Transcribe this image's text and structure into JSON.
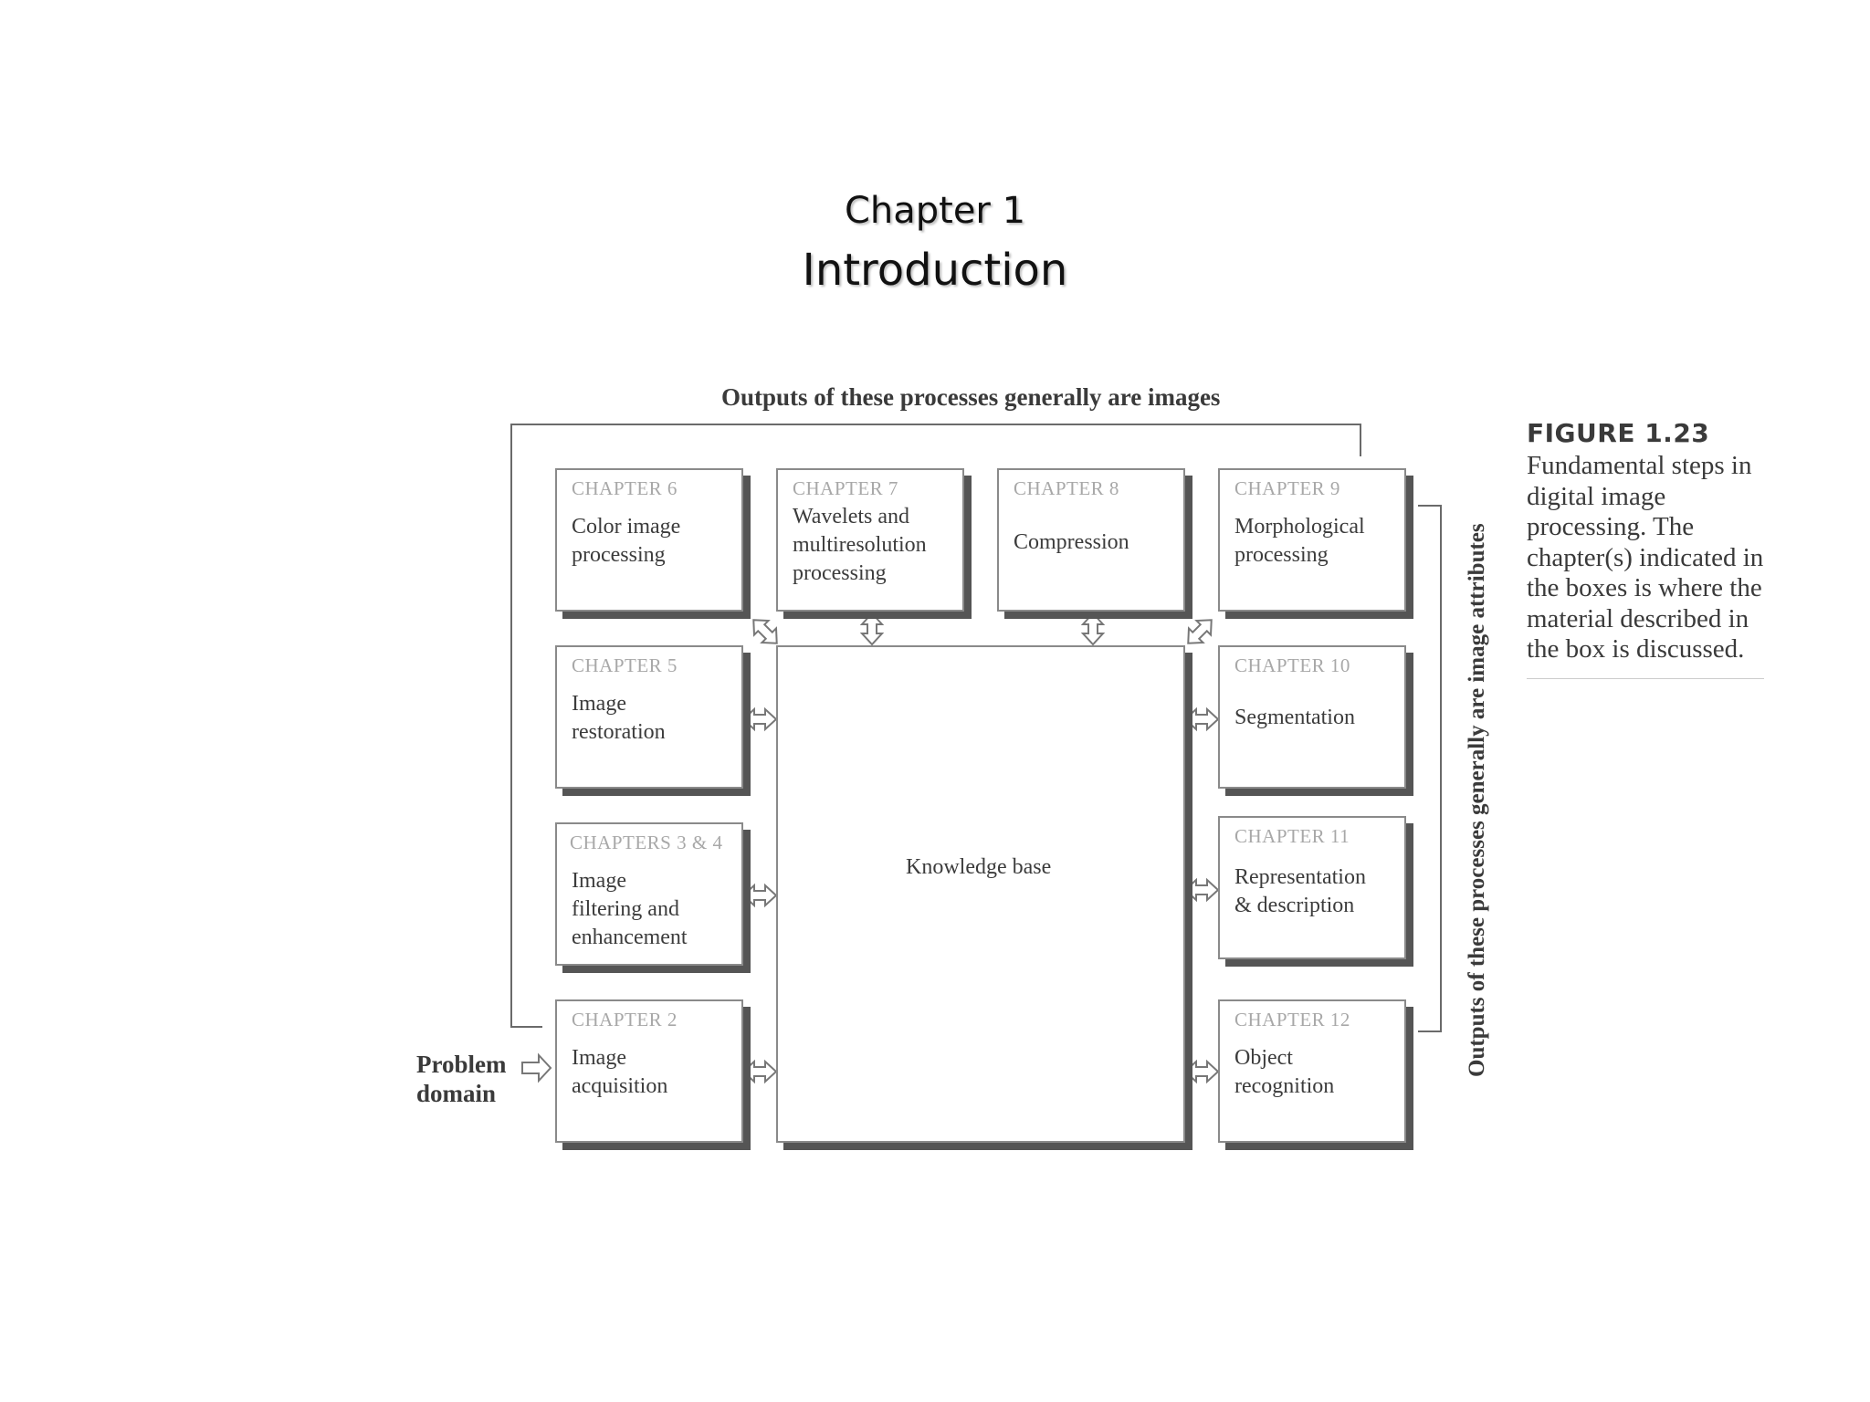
{
  "slide": {
    "chapter": "Chapter 1",
    "title": "Introduction"
  },
  "diagram": {
    "top_caption": "Outputs of these processes generally are images",
    "side_caption": "Outputs of these processes generally are image attributes",
    "problem_domain": [
      "Problem",
      "domain"
    ],
    "knowledge_base": "Knowledge base",
    "boxes": {
      "ch6": {
        "chapter": "CHAPTER 6",
        "lines": [
          "Color image",
          "processing"
        ]
      },
      "ch7": {
        "chapter": "CHAPTER 7",
        "lines": [
          "Wavelets and",
          "multiresolution",
          "processing"
        ]
      },
      "ch8": {
        "chapter": "CHAPTER 8",
        "lines": [
          "Compression"
        ]
      },
      "ch9": {
        "chapter": "CHAPTER 9",
        "lines": [
          "Morphological",
          "processing"
        ]
      },
      "ch5": {
        "chapter": "CHAPTER 5",
        "lines": [
          "Image",
          "restoration"
        ]
      },
      "ch34": {
        "chapter": "CHAPTERS 3 & 4",
        "lines": [
          "Image",
          "filtering and",
          "enhancement"
        ]
      },
      "ch2": {
        "chapter": "CHAPTER 2",
        "lines": [
          "Image",
          "acquisition"
        ]
      },
      "ch10": {
        "chapter": "CHAPTER 10",
        "lines": [
          "Segmentation"
        ]
      },
      "ch11": {
        "chapter": "CHAPTER 11",
        "lines": [
          "Representation",
          "& description"
        ]
      },
      "ch12": {
        "chapter": "CHAPTER 12",
        "lines": [
          "Object",
          "recognition"
        ]
      }
    }
  },
  "figure": {
    "number": "FIGURE 1.23",
    "caption": "Fundamental steps in digital image processing. The chapter(s) indicated in the boxes is where the material described in the box is discussed."
  }
}
